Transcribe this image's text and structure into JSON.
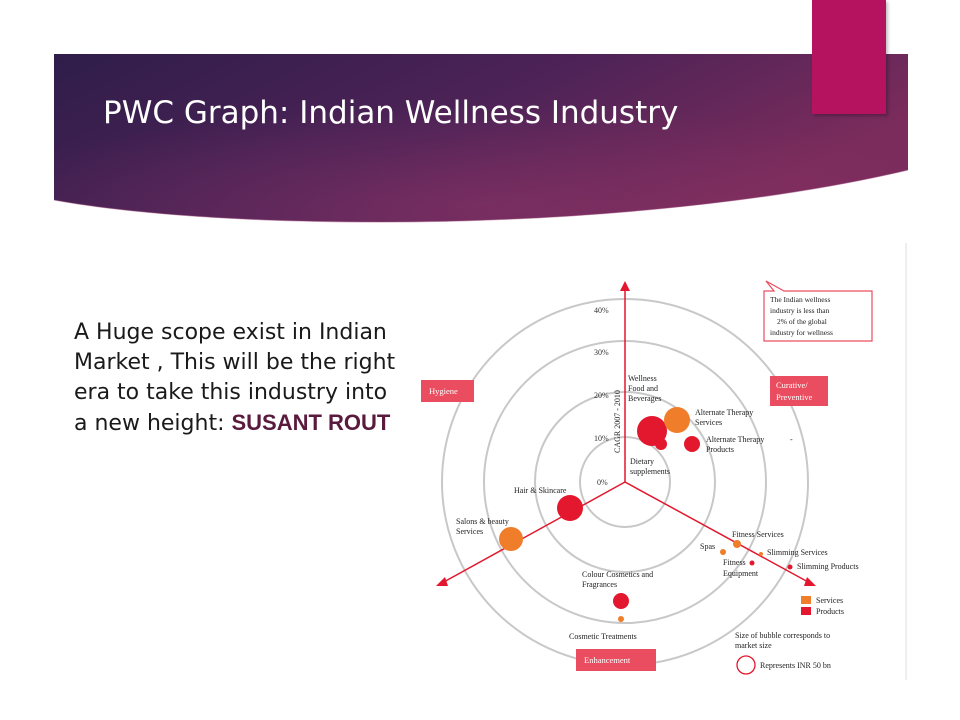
{
  "slide": {
    "title": "PWC Graph: Indian Wellness Industry",
    "body_text": "A Huge scope exist in Indian Market , This will be the right era to take this industry into a new height:",
    "author": "SUSANT ROUT",
    "colors": {
      "banner_dark": "#2f1d4a",
      "banner_mid": "#6e2c5e",
      "accent": "#b5125f"
    }
  },
  "diagram": {
    "axis_title": "CAGR 2007 - 2010",
    "scale_labels": [
      "0%",
      "10%",
      "20%",
      "30%",
      "40%"
    ],
    "categories": [
      "Hygiene",
      "Curative/ Preventive",
      "Enhancement"
    ],
    "callout_lines": [
      "The Indian wellness",
      "industry is less than",
      "2% of the global",
      "industry for wellness"
    ],
    "segment_labels": {
      "wellness_food": [
        "Wellness",
        "Food and",
        "Beverages"
      ],
      "alt_therapy_services": [
        "Alternate  Therapy",
        "Services"
      ],
      "alt_therapy_products": [
        "Alternate Therapy",
        "Products"
      ],
      "dietary": [
        "Dietary",
        "supplements"
      ],
      "hair_skincare": "Hair & Skincare",
      "salons": [
        "Salons & beauty",
        "Services"
      ],
      "fitness_services": "Fitness Services",
      "spas": "Spas",
      "slimming_services": "Slimming Services",
      "fitness_equipment": [
        "Fitness",
        "Equipment"
      ],
      "slimming_products": "Slimming Products",
      "colour_cosmetics": [
        "Colour Cosmetics and",
        "Fragrances"
      ],
      "cosmetic_treatments": "Cosmetic Treatments"
    },
    "legend": {
      "services": "Services",
      "products": "Products",
      "size_note": [
        "Size of bubble corresponds to",
        "market size"
      ],
      "represents": "Represents INR 50 bn"
    },
    "colors": {
      "services": "#f07d29",
      "products": "#e3172d",
      "axis": "#e3172d",
      "ring": "#c8c8c8",
      "category_box": "#ea4d5f"
    }
  }
}
